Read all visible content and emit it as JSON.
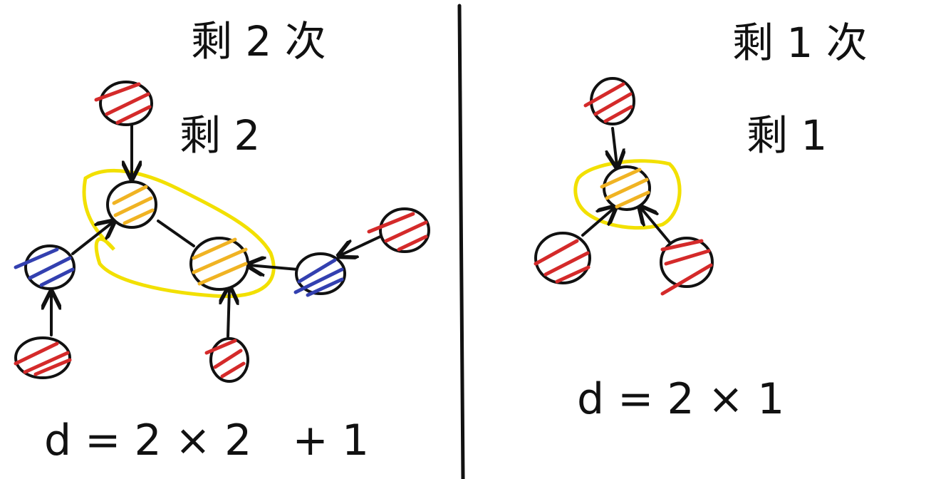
{
  "colors": {
    "ink": "#111111",
    "red": "#d42a2a",
    "yellow_node": "#f0b323",
    "blue": "#3340b0",
    "highlight": "#f2e000"
  },
  "left": {
    "line1": "剩 2 次",
    "line2": "剩 2",
    "formula": "d = 2 × 2   + 1"
  },
  "right": {
    "line1": "剩 1 次",
    "line2": "剩 1",
    "formula": "d = 2 × 1"
  }
}
